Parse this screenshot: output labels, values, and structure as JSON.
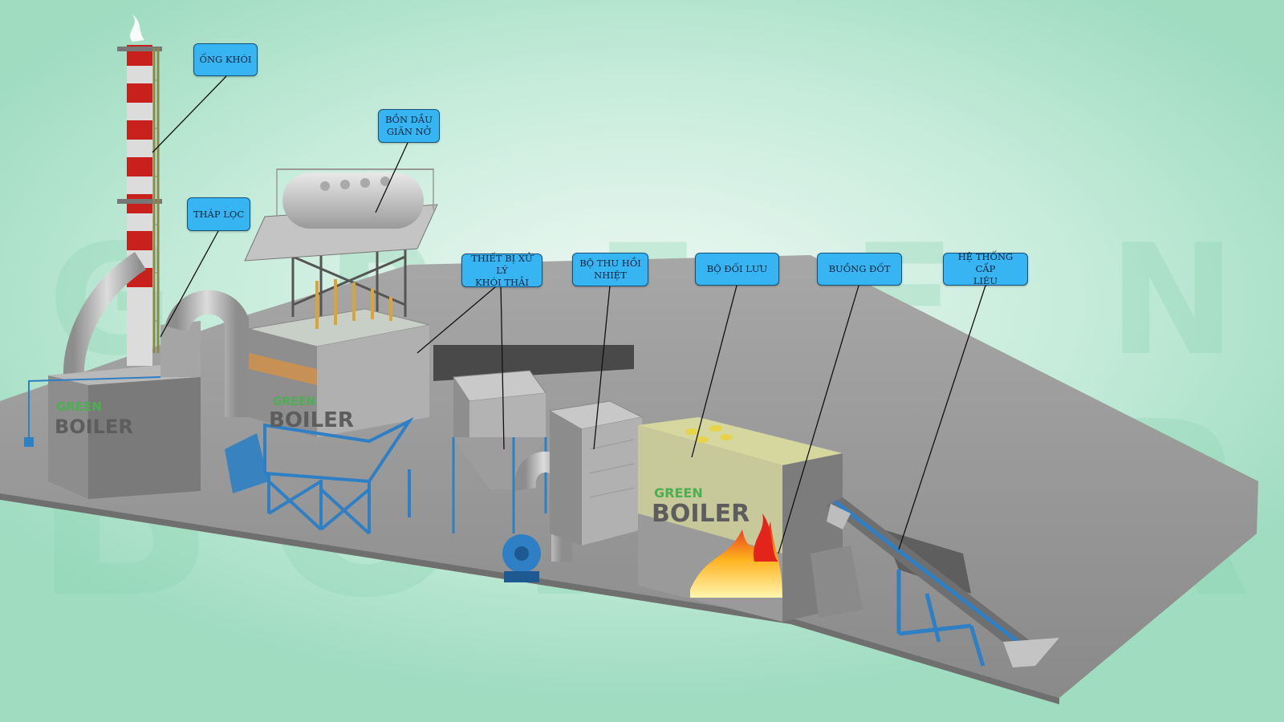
{
  "diagram": {
    "labels": [
      {
        "id": "ong-khoi",
        "text": "ỐNG KHÓI"
      },
      {
        "id": "bon-dau",
        "text": "BỒN DẦU\nGIÃN NỞ"
      },
      {
        "id": "thap-loc",
        "text": "THÁP LỌC"
      },
      {
        "id": "xu-ly-khoi",
        "text": "THIẾT BỊ XỬ LÝ\nKHÓI THẢI"
      },
      {
        "id": "thu-hoi-nhiet",
        "text": "BỘ THU HỒI\nNHIỆT"
      },
      {
        "id": "doi-luu",
        "text": "BỘ ĐỐI LƯU"
      },
      {
        "id": "buong-dot",
        "text": "BUỒNG ĐỐT"
      },
      {
        "id": "cap-lieu",
        "text": "HỆ THỐNG CẤP\nLIỆU"
      }
    ],
    "brand": {
      "line1": "GREEN",
      "line2": "BOILER"
    },
    "colors": {
      "label_fill": "#37b4f2",
      "label_border": "#13527a",
      "steel_blue": "#2f7fc4",
      "chimney_red": "#c8201c",
      "floor": "#9a9a9a"
    }
  }
}
